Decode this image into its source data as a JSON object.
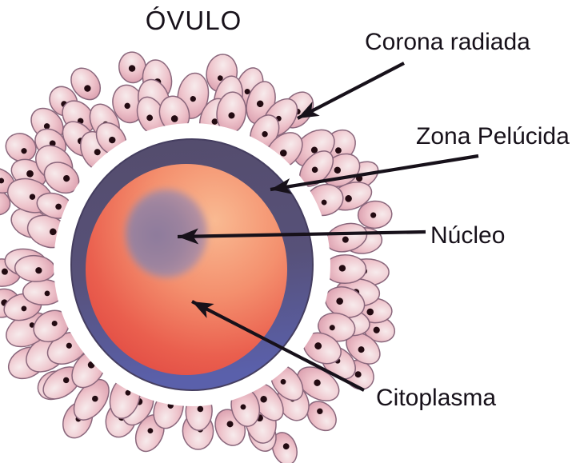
{
  "title": "ÓVULO",
  "diagram": {
    "labels": {
      "corona": "Corona radiada",
      "zona": "Zona Pelúcida",
      "nucleo": "Núcleo",
      "citoplasma": "Citoplasma"
    },
    "parts": [
      {
        "id": "corona-radiata",
        "label": "Corona radiada"
      },
      {
        "id": "zona-pellucida",
        "label": "Zona Pelúcida"
      },
      {
        "id": "nucleus",
        "label": "Núcleo"
      },
      {
        "id": "cytoplasm",
        "label": "Citoplasma"
      }
    ],
    "colors": {
      "background": "#ffffff",
      "text": "#17111a",
      "arrow": "#17111a",
      "corona_cell_light": "#f7ebec",
      "corona_cell_mid": "#eec3cb",
      "corona_cell_deep": "#d492a4",
      "corona_cell_outline": "#8a677c",
      "corona_cell_dot": "#230b12",
      "zona_top": "#544c6c",
      "zona_mid": "#575179",
      "zona_bottom": "#5a60ab",
      "zona_edge": "#453e60",
      "cyto_highlight": "#f9ba92",
      "cyto_light": "#f4906e",
      "cyto_mid": "#ea5f4e",
      "cyto_deep": "#dc413e",
      "nucleus_core": "#8d7b9c",
      "nucleus_mid": "#9c839e",
      "nucleus_edge": "#b992a2",
      "gap_white": "#ffffff"
    }
  }
}
